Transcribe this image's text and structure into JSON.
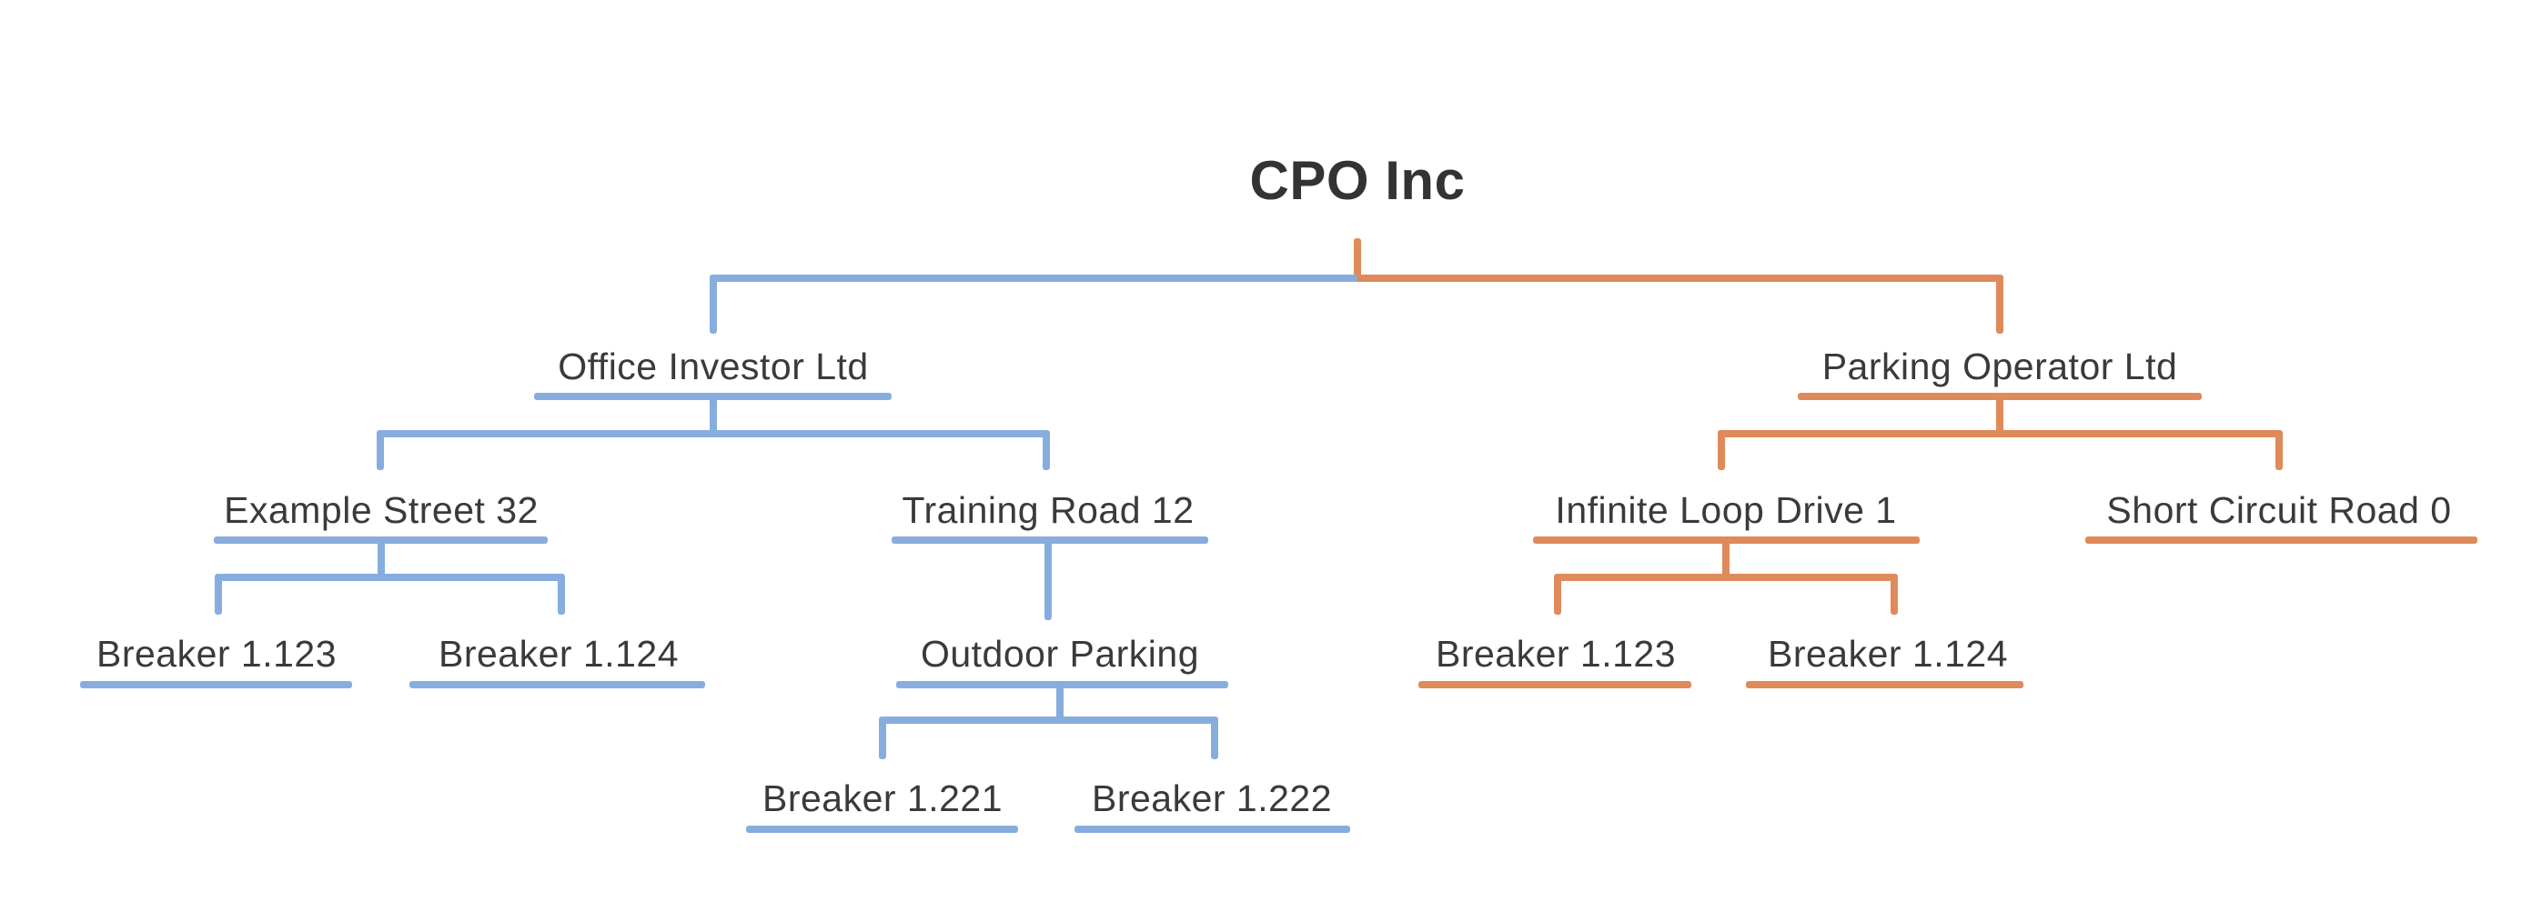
{
  "diagram": {
    "type": "org-chart",
    "colors": {
      "left_branch": "#87ADDE",
      "right_branch": "#DF8A5A",
      "text": "#3A3A3A",
      "background": "#FFFFFF"
    },
    "tree": {
      "label": "CPO Inc",
      "children": [
        {
          "label": "Office Investor Ltd",
          "branch_color": "#87ADDE",
          "children": [
            {
              "label": "Example Street 32",
              "children": [
                {
                  "label": "Breaker 1.123",
                  "children": []
                },
                {
                  "label": "Breaker 1.124",
                  "children": []
                }
              ]
            },
            {
              "label": "Training Road 12",
              "children": [
                {
                  "label": "Outdoor Parking",
                  "children": [
                    {
                      "label": "Breaker 1.221",
                      "children": []
                    },
                    {
                      "label": "Breaker 1.222",
                      "children": []
                    }
                  ]
                }
              ]
            }
          ]
        },
        {
          "label": "Parking Operator Ltd",
          "branch_color": "#DF8A5A",
          "children": [
            {
              "label": "Infinite Loop Drive 1",
              "children": [
                {
                  "label": "Breaker 1.123",
                  "children": []
                },
                {
                  "label": "Breaker 1.124",
                  "children": []
                }
              ]
            },
            {
              "label": "Short Circuit Road 0",
              "children": []
            }
          ]
        }
      ]
    }
  }
}
